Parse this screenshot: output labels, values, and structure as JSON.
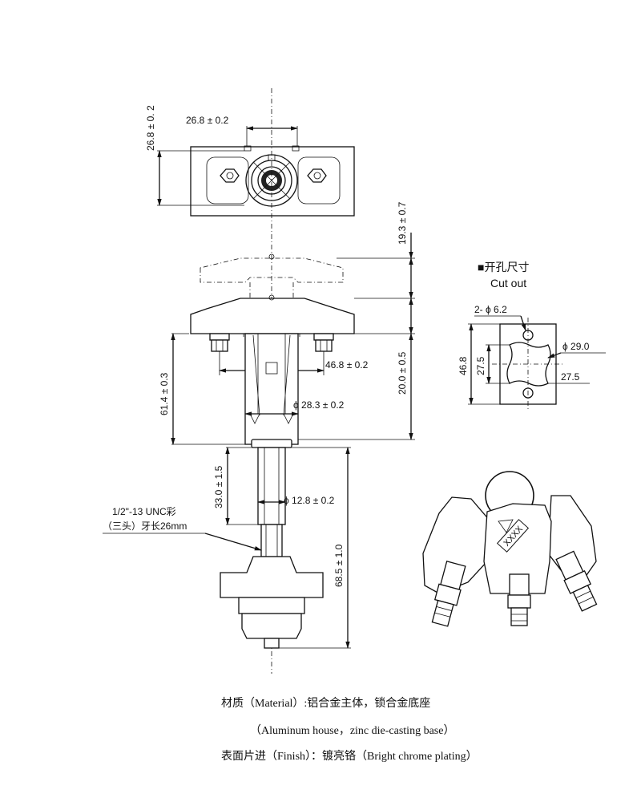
{
  "dimensions": {
    "top_width": "26.8 ± 0.2",
    "top_height": "26.8 ± 0. 2",
    "handle_height": "19.3 ± 0.7",
    "stud_spacing": "46.8 ± 0.2",
    "body_height": "61.4 ± 0.3",
    "depth": "20.0 ± 0.5",
    "body_diameter": "ϕ 28.3 ± 0.2",
    "stem_length": "33.0 ± 1.5",
    "stem_diameter": "ϕ 12.8 ± 0.2",
    "total_length": "68.5 ± 1.0"
  },
  "thread_note": {
    "line1": "1/2\"-13 UNC彩",
    "line2": "（三头）牙长26mm"
  },
  "cutout": {
    "title_cn": "■开孔尺寸",
    "title_en": "Cut out",
    "holes": "2- ϕ 6.2",
    "diameter": "ϕ 29.0",
    "height": "46.8",
    "inner_height": "27.5",
    "inner_width": "27.5"
  },
  "key_tag": "XXXX",
  "notes": {
    "material": "材质（Material）:铝合金主体，锁合金底座",
    "material_en": "（Aluminum house，zinc die-casting base）",
    "finish": "表面片进（Finish）：镀亮铬（Bright chrome plating）"
  }
}
